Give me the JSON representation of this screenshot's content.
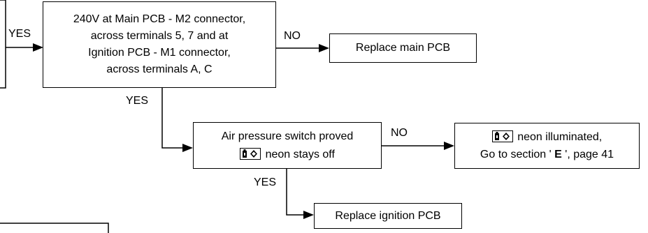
{
  "nodes": {
    "check240v": {
      "lines": [
        "240V at Main PCB - M2 connector,",
        "across terminals 5, 7 and at",
        "Ignition PCB - M1 connector,",
        "across terminals A, C"
      ]
    },
    "replace_main_pcb": {
      "text": "Replace main PCB"
    },
    "air_pressure": {
      "line1": "Air pressure switch proved",
      "line2_after_icon": "neon stays off"
    },
    "neon_illuminated": {
      "line1_after_icon": "neon illuminated,",
      "line2_prefix": "Go to section '",
      "line2_letter": "E",
      "line2_suffix": "', page 41"
    },
    "replace_ignition_pcb": {
      "text": "Replace ignition PCB"
    }
  },
  "labels": {
    "yes_in": "YES",
    "no_main": "NO",
    "yes_down": "YES",
    "no_air": "NO",
    "yes_air": "YES"
  },
  "icons": {
    "neon": "flame-neon-icon"
  }
}
